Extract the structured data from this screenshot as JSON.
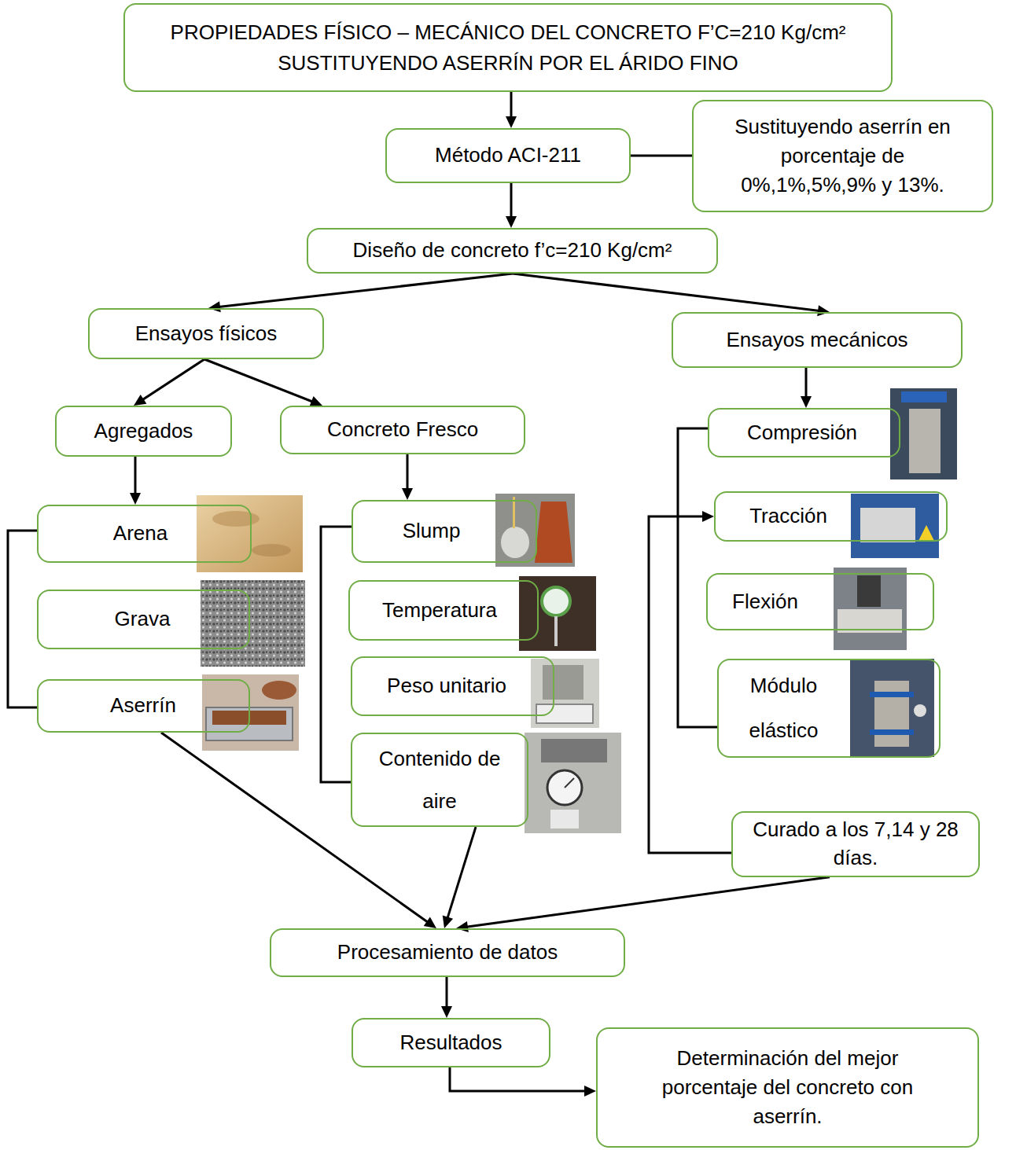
{
  "diagram": {
    "nodes": [
      {
        "text": [
          "PROPIEDADES FÍSICO – MECÁNICO DEL CONCRETO F’C=210 Kg/cm² SUSTITUYENDO ASERRÍN POR EL ÁRIDO FINO"
        ]
      },
      {
        "text": [
          "Método ACI-211"
        ]
      },
      {
        "text": [
          "Sustituyendo aserrín en porcentaje de 0%,1%,5%,9% y 13%."
        ]
      },
      {
        "text": [
          "Diseño de concreto f’c=210 Kg/cm²"
        ]
      },
      {
        "text": [
          "Ensayos físicos"
        ]
      },
      {
        "text": [
          "Ensayos mecánicos"
        ]
      },
      {
        "text": [
          "Agregados"
        ]
      },
      {
        "text": [
          "Concreto Fresco"
        ]
      },
      {
        "text": [
          "Arena"
        ]
      },
      {
        "text": [
          "Grava"
        ]
      },
      {
        "text": [
          "Aserrín"
        ]
      },
      {
        "text": [
          "Slump"
        ]
      },
      {
        "text": [
          "Temperatura"
        ]
      },
      {
        "text": [
          "Peso unitario"
        ]
      },
      {
        "text": [
          "Contenido de aire"
        ]
      },
      {
        "text": [
          "Compresión"
        ]
      },
      {
        "text": [
          "Tracción"
        ]
      },
      {
        "text": [
          "Flexión"
        ]
      },
      {
        "text": [
          "Módulo elástico"
        ]
      },
      {
        "text": [
          "Curado a los 7,14 y 28 días."
        ]
      },
      {
        "text": [
          "Procesamiento de datos"
        ]
      },
      {
        "text": [
          "Resultados"
        ]
      },
      {
        "text": [
          "Determinación del mejor porcentaje del concreto con aserrín."
        ]
      }
    ],
    "edges": [
      {
        "from": 0,
        "to": 1,
        "arrow": "to"
      },
      {
        "from": 1,
        "to": 2,
        "arrow": "none"
      },
      {
        "from": 1,
        "to": 3,
        "arrow": "to"
      },
      {
        "from": 3,
        "to": 4,
        "arrow": "to"
      },
      {
        "from": 3,
        "to": 5,
        "arrow": "to"
      },
      {
        "from": 4,
        "to": 6,
        "arrow": "to"
      },
      {
        "from": 4,
        "to": 7,
        "arrow": "to"
      },
      {
        "from": 5,
        "to": 15,
        "arrow": "to"
      },
      {
        "from": 6,
        "to": 8,
        "arrow": "to"
      },
      {
        "from": 7,
        "to": 11,
        "arrow": "to"
      },
      {
        "from": 10,
        "to": 20,
        "arrow": "to"
      },
      {
        "from": 14,
        "to": 20,
        "arrow": "to"
      },
      {
        "from": 19,
        "to": 16,
        "arrow": "to"
      },
      {
        "from": 19,
        "to": 20,
        "arrow": "to"
      },
      {
        "from": 20,
        "to": 21,
        "arrow": "to"
      },
      {
        "from": 21,
        "to": 22,
        "arrow": "to"
      }
    ]
  }
}
